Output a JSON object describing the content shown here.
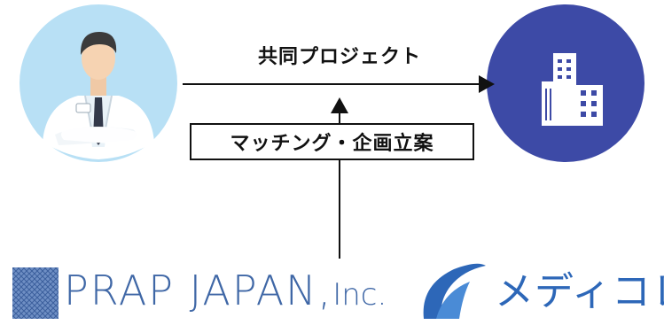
{
  "diagram": {
    "top_label": "共同プロジェクト",
    "box_label": "マッチング・企画立案",
    "nodes": {
      "left": {
        "icon": "doctor-icon",
        "circle_color": "#b8e0f5"
      },
      "right": {
        "icon": "office-building-icon",
        "circle_color": "#3d4aa6"
      }
    },
    "logos": {
      "left_text": "PRAP JAPAN,",
      "left_suffix": "Inc.",
      "left_color": "#3f67a6",
      "right_text": "メディコレ",
      "right_color": "#2d67b8"
    }
  }
}
